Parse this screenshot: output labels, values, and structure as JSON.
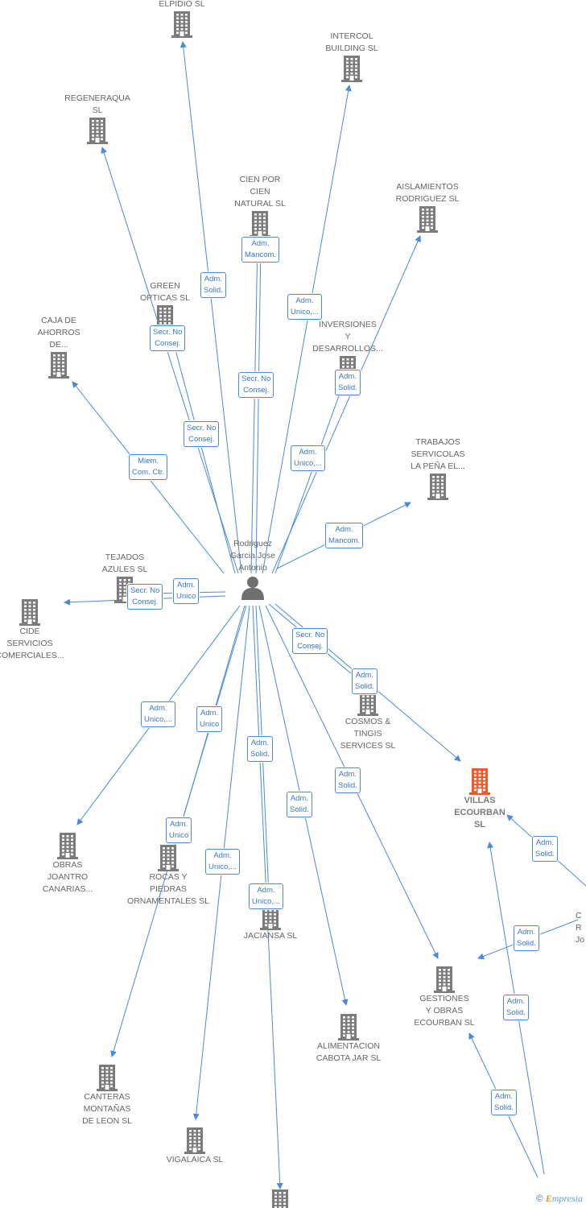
{
  "center": {
    "name": "Rodriguez\nGarcia Jose\nAntonio"
  },
  "nodes": [
    {
      "id": "elpidio",
      "label": "ELPIDIO  SL"
    },
    {
      "id": "intercol",
      "label": "INTERCOL\nBUILDING  SL"
    },
    {
      "id": "regeneraqua",
      "label": "REGENERAQUA\nSL"
    },
    {
      "id": "cienpor",
      "label": "CIEN POR\nCIEN\nNATURAL SL"
    },
    {
      "id": "aislamientos",
      "label": "AISLAMIENTOS\nRODRIGUEZ SL"
    },
    {
      "id": "green",
      "label": "GREEN\nOPTICAS  SL"
    },
    {
      "id": "caja",
      "label": "CAJA DE\nAHORROS\nDE..."
    },
    {
      "id": "inversiones",
      "label": "INVERSIONES\nY\nDESARROLLOS..."
    },
    {
      "id": "trabajos",
      "label": "TRABAJOS\nSERVICOLAS\nLA PEÑA EL..."
    },
    {
      "id": "tejados",
      "label": "TEJADOS\nAZULES SL"
    },
    {
      "id": "cide",
      "label": "CIDE\nSERVICIOS\nCOMERCIALES..."
    },
    {
      "id": "cosmos",
      "label": "COSMOS &\nTINGIS\nSERVICES  SL"
    },
    {
      "id": "villas",
      "label": "VILLAS\nECOURBAN\nSL"
    },
    {
      "id": "obras",
      "label": "OBRAS\nJOANTRO\nCANARIAS..."
    },
    {
      "id": "rocas",
      "label": "ROCAS Y\nPIEDRAS\nORNAMENTALES SL"
    },
    {
      "id": "jaciansa",
      "label": "JACIANSA  SL"
    },
    {
      "id": "alimentacion",
      "label": "ALIMENTACION\nCABOTA JAR SL"
    },
    {
      "id": "gestiones",
      "label": "GESTIONES\nY OBRAS\nECOURBAN  SL"
    },
    {
      "id": "canteras",
      "label": "CANTERAS\nMONTAÑAS\nDE LEON  SL"
    },
    {
      "id": "vigalaica",
      "label": "VIGALAICA SL"
    },
    {
      "id": "otherperson",
      "label": "C\nR\nJo"
    },
    {
      "id": "bottom",
      "label": ""
    }
  ],
  "edges": [
    {
      "id": "e-elpidio",
      "role": "Adm.\nSolid."
    },
    {
      "id": "e-intercol",
      "role": "Adm.\nUnico,..."
    },
    {
      "id": "e-regeneraqua",
      "role": "Secr.  No\nConsej."
    },
    {
      "id": "e-cienpor-a",
      "role": "Adm.\nMancom."
    },
    {
      "id": "e-cienpor-b",
      "role": "Secr.  No\nConsej."
    },
    {
      "id": "e-green",
      "role": "Secr.  No\nConsej."
    },
    {
      "id": "e-caja",
      "role": "Miem.\nCom. Ctr."
    },
    {
      "id": "e-aislamientos",
      "role": "Adm.\nSolid."
    },
    {
      "id": "e-inversiones",
      "role": "Adm.\nUnico,..."
    },
    {
      "id": "e-trabajos",
      "role": "Adm.\nMancom."
    },
    {
      "id": "e-tejados",
      "role": "Adm.\nUnico"
    },
    {
      "id": "e-cide",
      "role": "Secr.  No\nConsej."
    },
    {
      "id": "e-cosmos",
      "role": "Secr.  No\nConsej."
    },
    {
      "id": "e-villas",
      "role": "Adm.\nSolid."
    },
    {
      "id": "e-obras",
      "role": "Adm.\nUnico,..."
    },
    {
      "id": "e-rocas",
      "role": "Adm.\nUnico"
    },
    {
      "id": "e-jaciansa",
      "role": "Adm.\nSolid."
    },
    {
      "id": "e-canteras",
      "role": "Adm.\nUnico"
    },
    {
      "id": "e-vigalaica",
      "role": "Adm.\nUnico,..."
    },
    {
      "id": "e-bottom",
      "role": "Adm.\nUnico,..."
    },
    {
      "id": "e-alimentacion",
      "role": "Adm.\nSolid."
    },
    {
      "id": "e-gestiones",
      "role": "Adm.\nSolid."
    },
    {
      "id": "e-op-villas",
      "role": "Adm.\nSolid."
    },
    {
      "id": "e-op-gestiones",
      "role": "Adm.\nSolid."
    },
    {
      "id": "e-bot-villas",
      "role": "Adm.\nSolid."
    },
    {
      "id": "e-bot-gestiones",
      "role": "Adm.\nSolid."
    }
  ],
  "footer": {
    "copyright": "©",
    "brand_initial": "E",
    "brand_rest": "mpresia"
  },
  "colors": {
    "edge": "#4a89dc",
    "building": "#7b7b7b",
    "focus": "#f05a28"
  },
  "icons": {
    "company": "building-icon",
    "person": "person-icon"
  }
}
